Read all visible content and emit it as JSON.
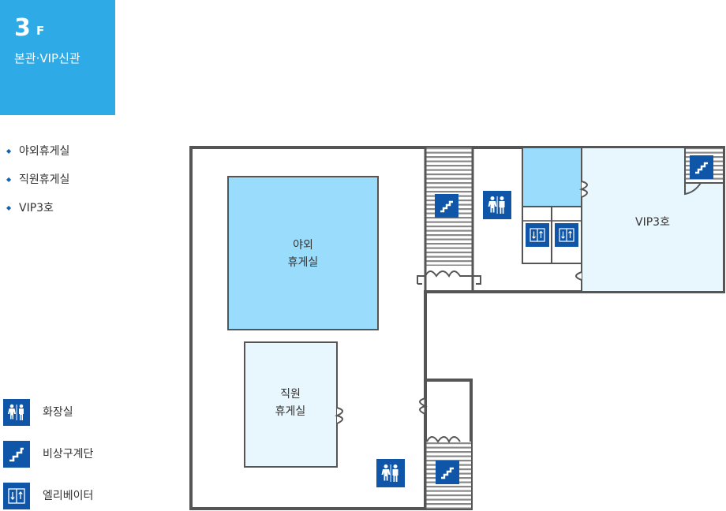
{
  "floor": {
    "number": "3",
    "unit": "F",
    "building": "본관·VIP신관"
  },
  "room_list": [
    "야외휴게실",
    "직원휴게실",
    "VIP3호"
  ],
  "rooms": {
    "outdoor_lounge": [
      "야외",
      "휴게실"
    ],
    "staff_lounge": [
      "직원",
      "휴게실"
    ],
    "vip3": "VIP3호"
  },
  "legend": [
    {
      "icon": "restroom-icon",
      "label": "화장실"
    },
    {
      "icon": "emergency-stairs-icon",
      "label": "비상구계단"
    },
    {
      "icon": "elevator-icon",
      "label": "엘리베이터"
    }
  ],
  "colors": {
    "floor_badge": "#2eaae6",
    "wall": "#555555",
    "outdoor_lounge": "#99dcfb",
    "staff_lounge": "#e8f6fd",
    "vip_room": "#e8f6fd",
    "icon_bg": "#0f56a8"
  }
}
